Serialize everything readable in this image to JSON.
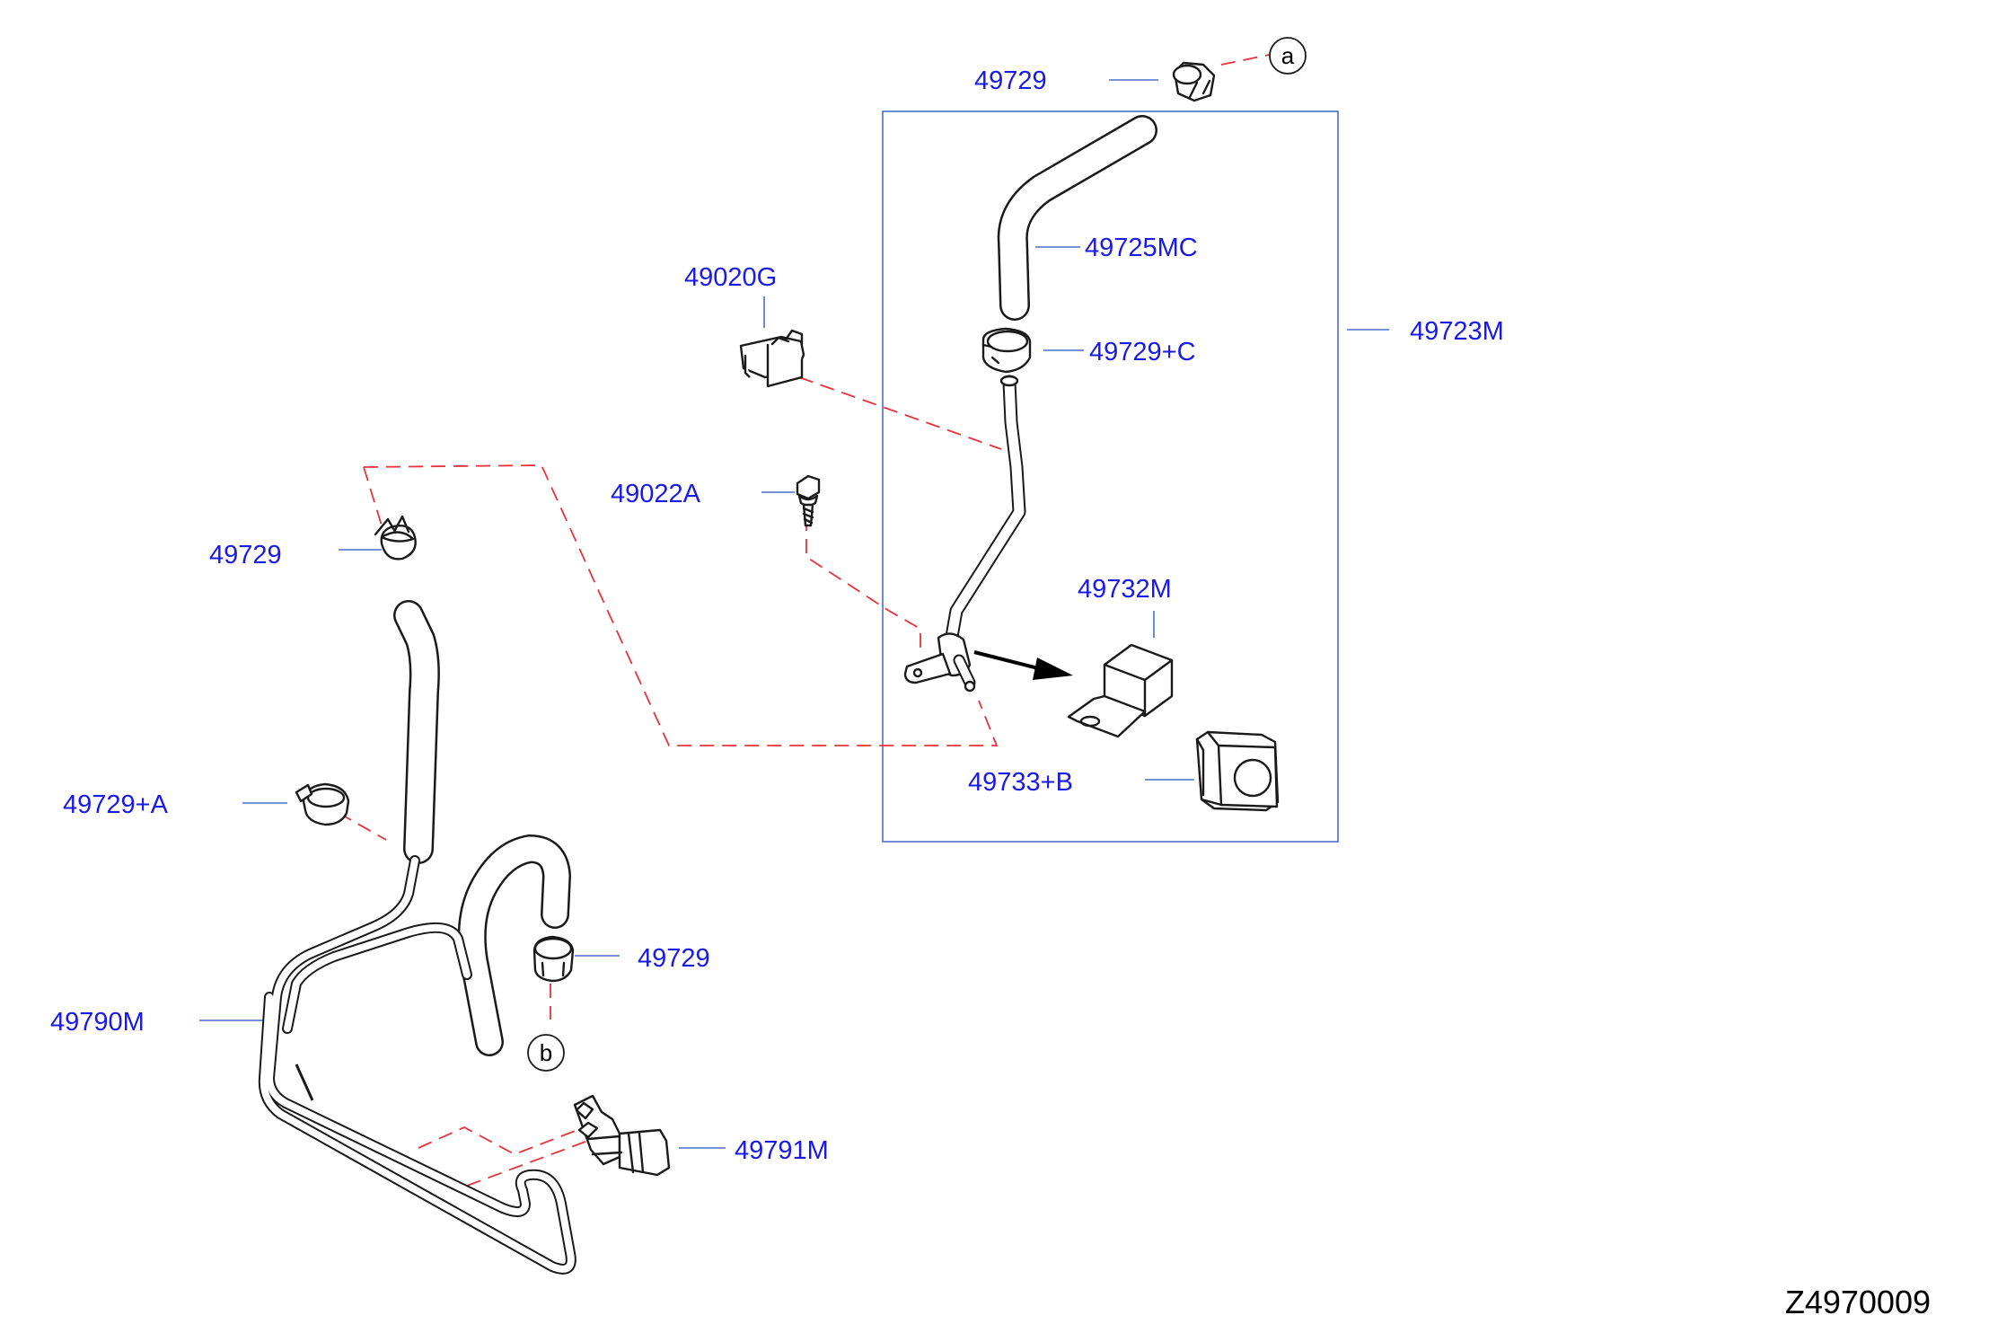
{
  "diagram": {
    "code": "Z4970009",
    "callouts": {
      "a": "a",
      "b": "b"
    },
    "labels": {
      "p49729_top": "49729",
      "p49725MC": "49725MC",
      "p49020G": "49020G",
      "p49729C": "49729+C",
      "p49723M": "49723M",
      "p49022A": "49022A",
      "p49729_left": "49729",
      "p49732M": "49732M",
      "p49733B": "49733+B",
      "p49729A": "49729+A",
      "p49729_bottom": "49729",
      "p49790M": "49790M",
      "p49791M": "49791M"
    },
    "colors": {
      "label": "#1a1ae6",
      "leader": "#4a6fc9",
      "dashed_link": "#e8333a",
      "part_line": "#1a1a1a"
    }
  }
}
